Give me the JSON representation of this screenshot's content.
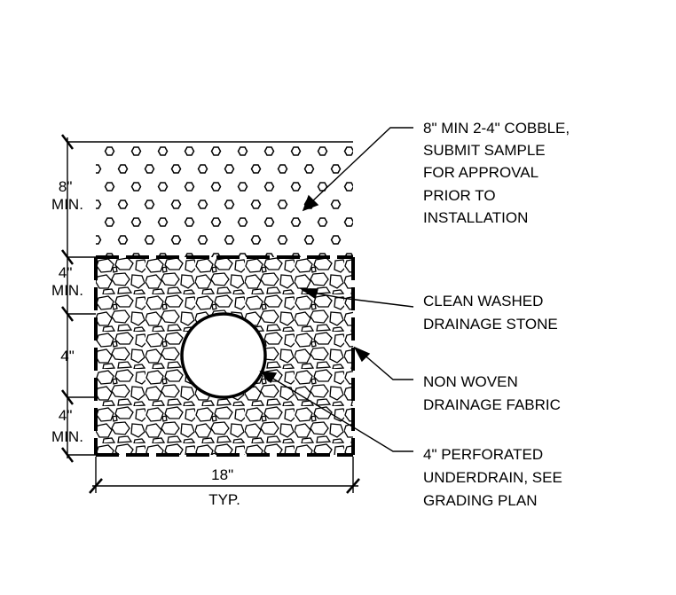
{
  "dimensions": {
    "top_layer": [
      "8\"",
      "MIN."
    ],
    "stone_top": [
      "4\"",
      "MIN."
    ],
    "pipe_zone": [
      "4\""
    ],
    "stone_bottom": [
      "4\"",
      "MIN."
    ],
    "width": [
      "18\"",
      "TYP."
    ]
  },
  "callouts": {
    "cobble": [
      "8\" MIN 2-4\" COBBLE,",
      "SUBMIT SAMPLE",
      "FOR APPROVAL",
      "PRIOR TO",
      "INSTALLATION"
    ],
    "stone": [
      "CLEAN WASHED",
      "DRAINAGE STONE"
    ],
    "fabric": [
      "NON WOVEN",
      "DRAINAGE FABRIC"
    ],
    "underdrain": [
      "4\" PERFORATED",
      "UNDERDRAIN, SEE",
      "GRADING PLAN"
    ]
  }
}
